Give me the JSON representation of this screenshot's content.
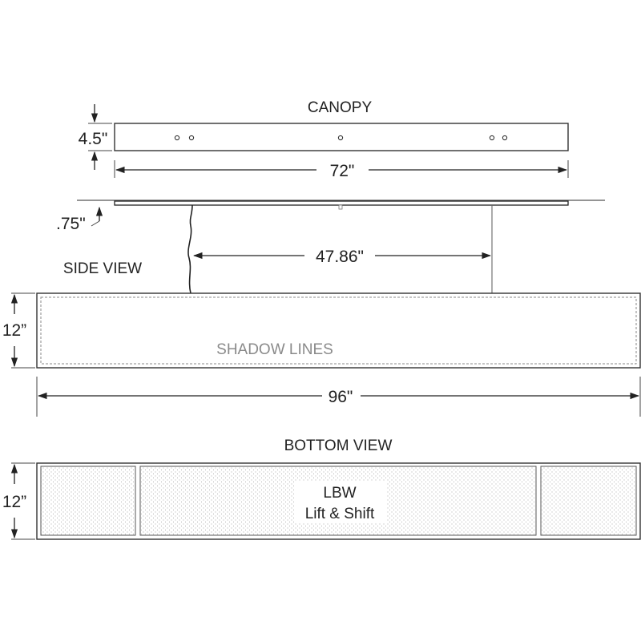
{
  "canopy": {
    "title": "CANOPY",
    "height_label": "4.5\"",
    "width_label": "72\"",
    "mount_label": ".75\""
  },
  "side_view": {
    "title": "SIDE VIEW",
    "cable_spacing_label": "47.86\"",
    "height_label": "12”",
    "shadow_label": "SHADOW LINES",
    "width_label": "96\""
  },
  "bottom_view": {
    "title": "BOTTOM VIEW",
    "height_label": "12”",
    "center_line1": "LBW",
    "center_line2": "Lift & Shift"
  }
}
